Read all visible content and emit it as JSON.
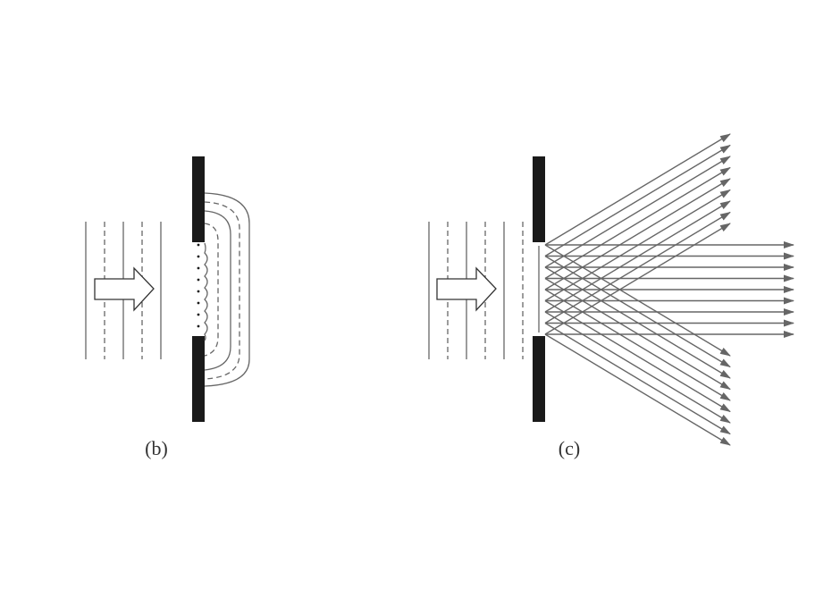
{
  "panels": [
    {
      "id": "b",
      "caption": "(b)"
    },
    {
      "id": "c",
      "caption": "(c)"
    }
  ],
  "colors": {
    "barrier": "#1a1a1a",
    "wave_line": "#666666",
    "ray": "#666666",
    "caption": "#333333"
  }
}
